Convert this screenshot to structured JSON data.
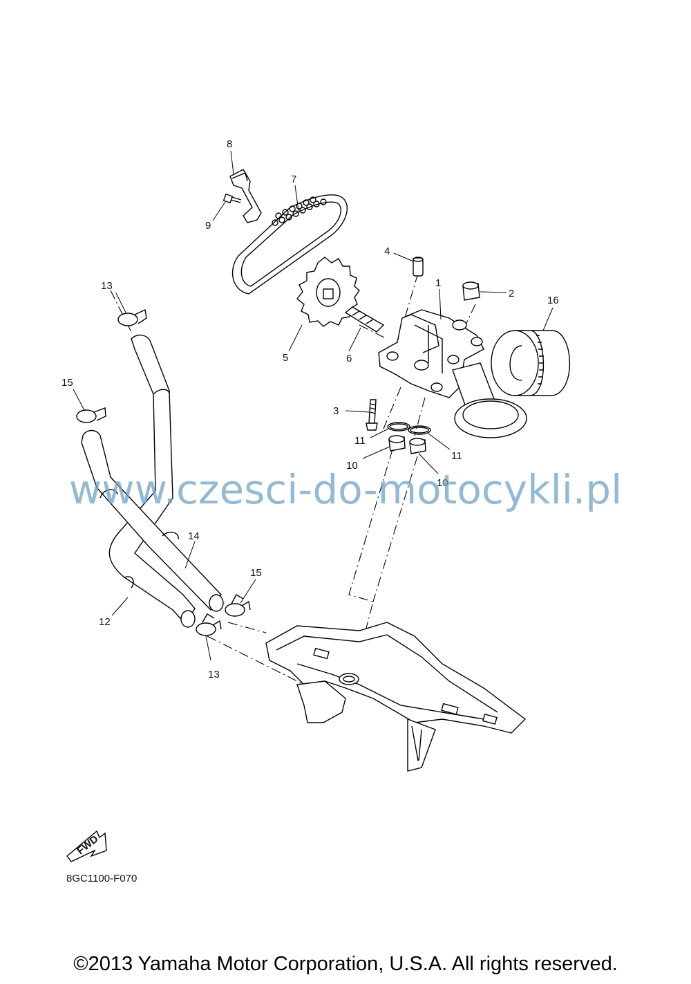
{
  "diagram": {
    "callouts": [
      "1",
      "2",
      "3",
      "4",
      "5",
      "6",
      "7",
      "8",
      "9",
      "10",
      "10",
      "11",
      "11",
      "12",
      "13",
      "13",
      "14",
      "15",
      "15",
      "16"
    ],
    "part_code": "8GC1100-F070",
    "fwd_label": "FWD"
  },
  "watermark": "www.czesci-do-motocykli.pl",
  "footer": {
    "copyright": "©2013 Yamaha Motor Corporation, U.S.A. All rights reserved."
  }
}
